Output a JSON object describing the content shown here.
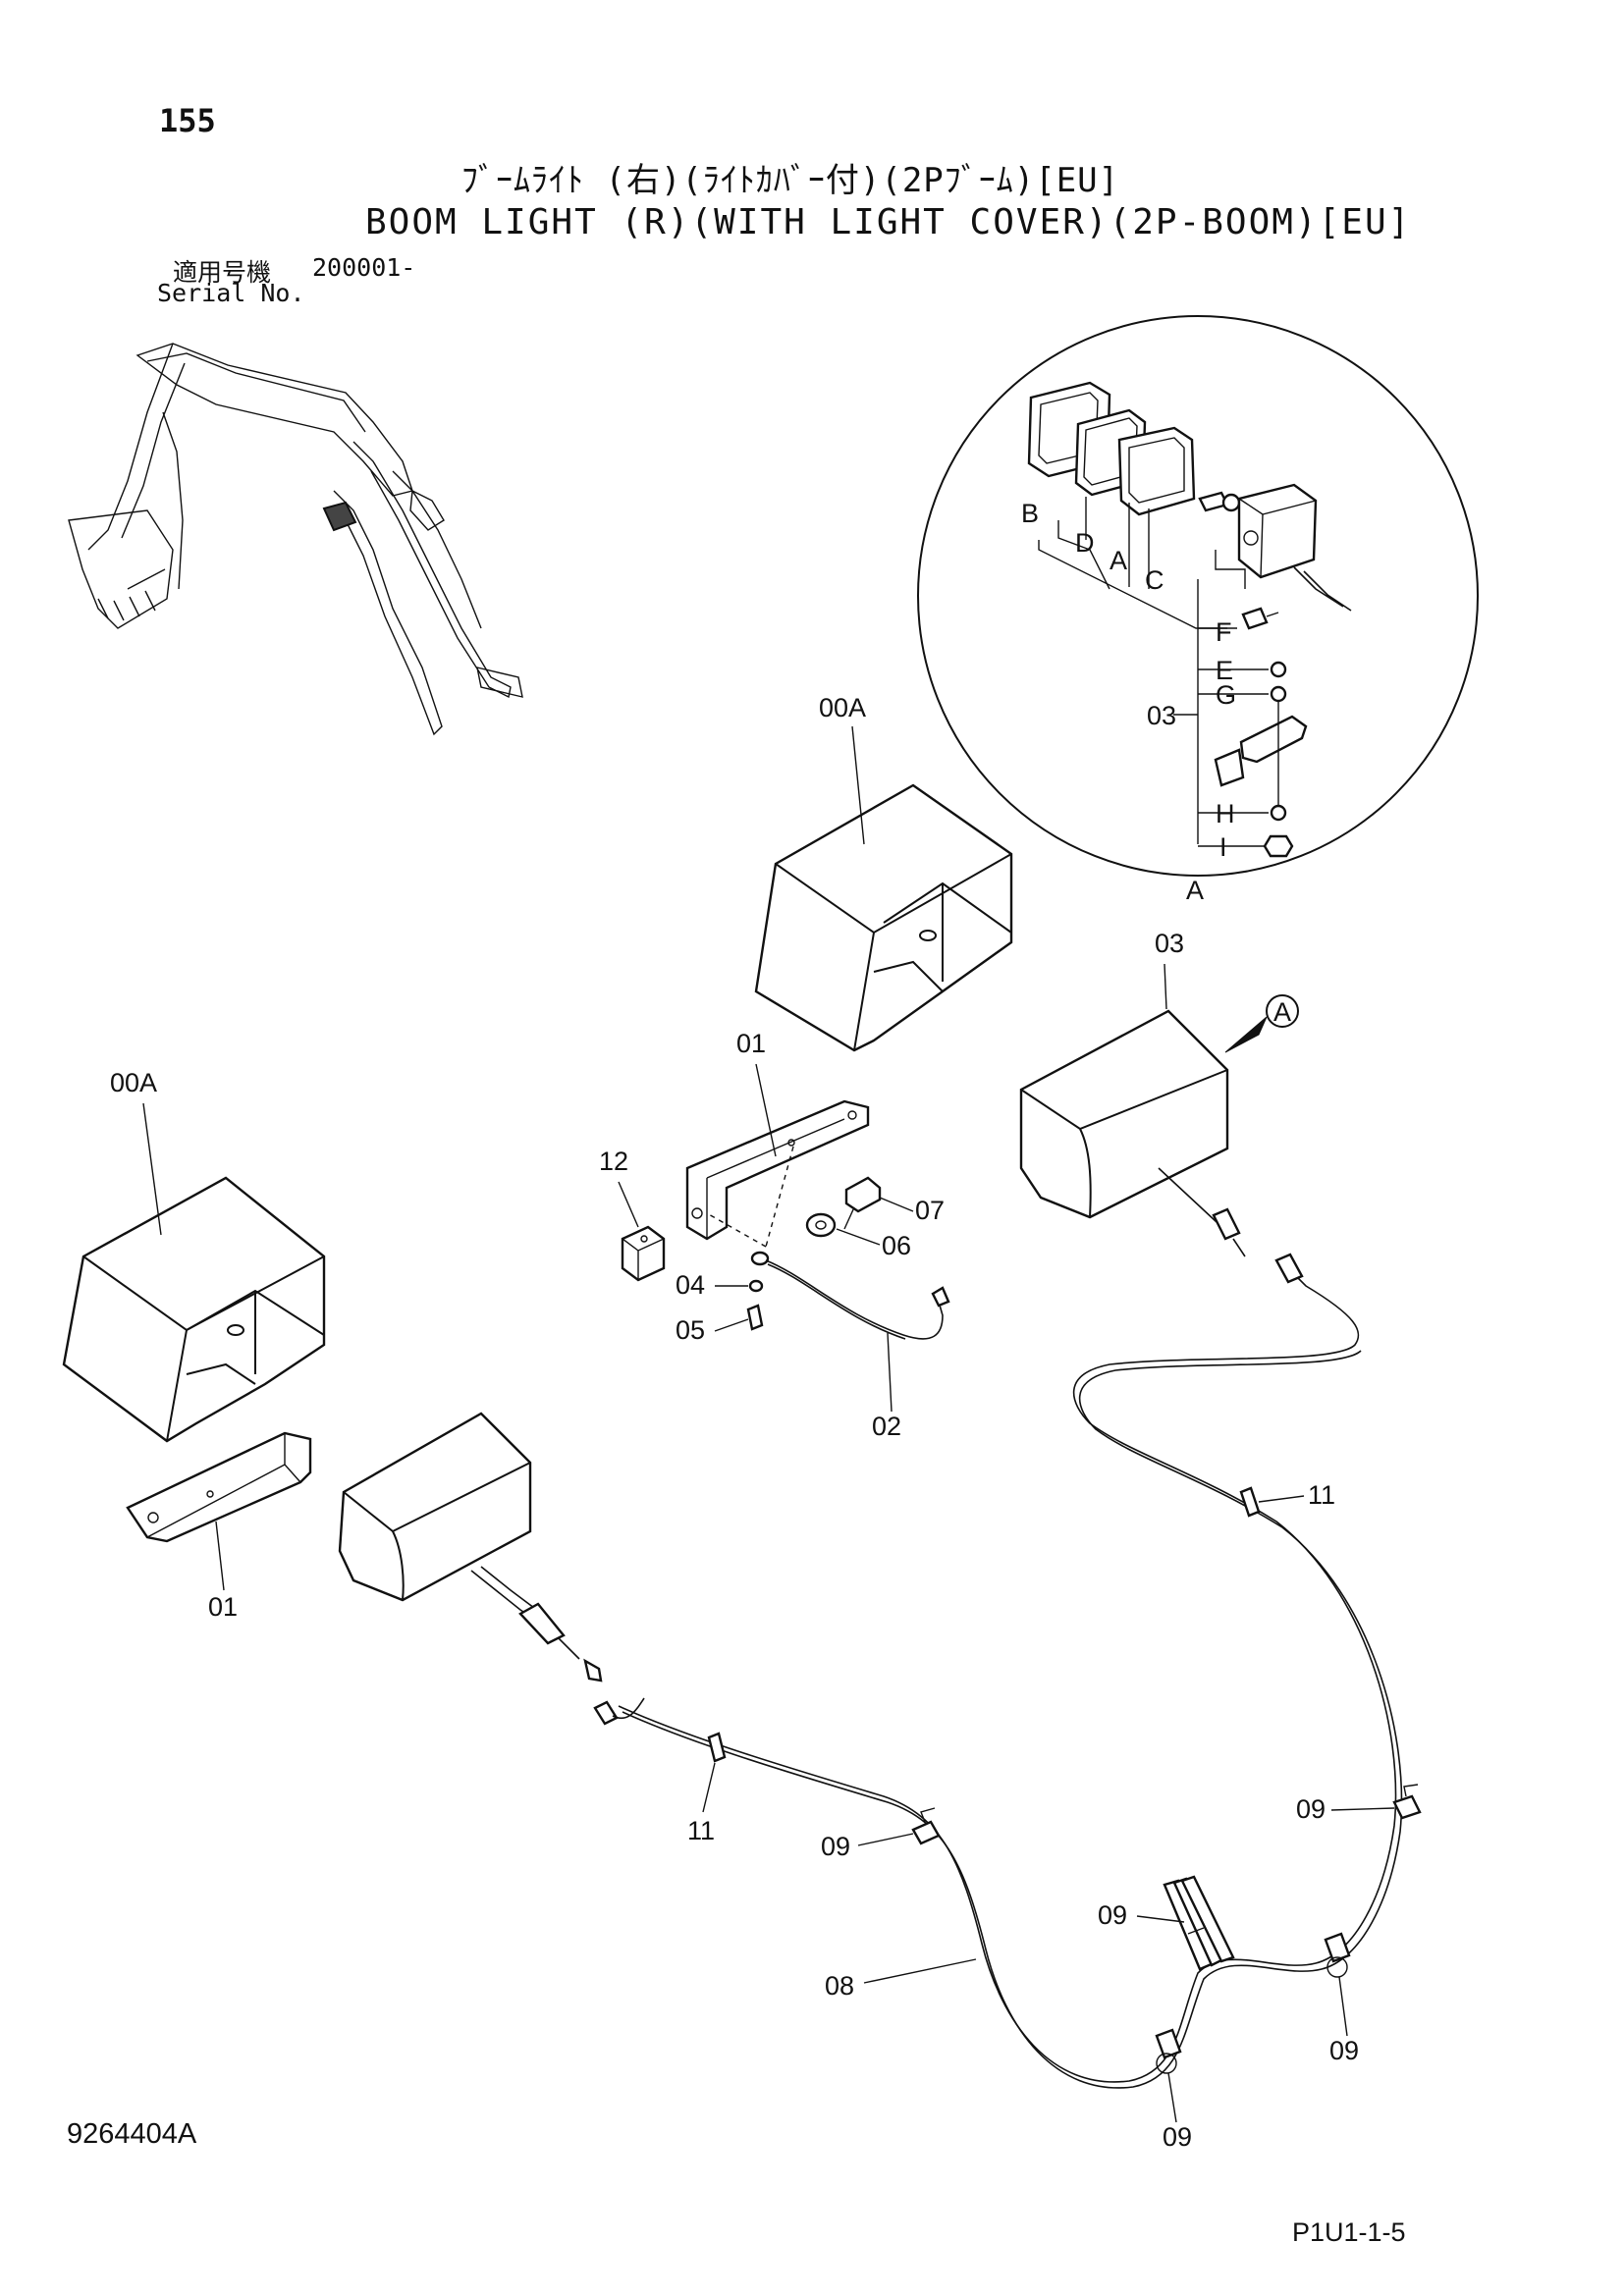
{
  "header": {
    "page_number": "155",
    "title_jp": "ﾌﾞｰﾑﾗｲﾄ (右)(ﾗｲﾄｶﾊﾞｰ付)(2Pﾌﾞｰﾑ)[EU]",
    "title_en": "BOOM LIGHT (R)(WITH LIGHT COVER)(2P-BOOM)[EU]",
    "serial_label_jp": "適用号機",
    "serial_label_en": "Serial No.",
    "serial_range": "200001-"
  },
  "callouts": {
    "cover_top": "00A",
    "cover_left": "00A",
    "bracket_center": "01",
    "bracket_left": "01",
    "harness_02": "02",
    "lamp_03": "03",
    "lamp_03_detail": "03",
    "washer_04": "04",
    "bolt_05": "05",
    "washer_06": "06",
    "bolt_07": "07",
    "harness_08": "08",
    "clip_09_a": "09",
    "clip_09_b": "09",
    "clip_09_c": "09",
    "clip_09_d": "09",
    "clip_09_e": "09",
    "band_11_a": "11",
    "band_11_b": "11",
    "block_12": "12",
    "view_marker": "A",
    "detail_view": "A"
  },
  "detail_parts": {
    "a": "A",
    "b": "B",
    "c": "C",
    "d": "D",
    "e": "E",
    "f": "F",
    "g": "G",
    "h": "H",
    "i": "I"
  },
  "footer": {
    "drawing_number": "9264404A",
    "page_code": "P1U1-1-5"
  }
}
